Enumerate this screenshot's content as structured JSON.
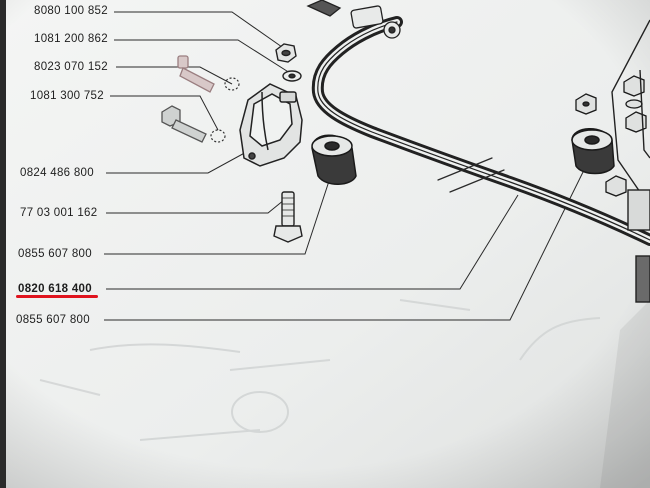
{
  "diagram": {
    "part_numbers": [
      {
        "id": "p1",
        "text": "8080 100 852"
      },
      {
        "id": "p2",
        "text": "1081 200 862"
      },
      {
        "id": "p3",
        "text": "8023 070 152"
      },
      {
        "id": "p4",
        "text": "1081 300 752"
      },
      {
        "id": "p5",
        "text": "0824 486 800"
      },
      {
        "id": "p6",
        "text": "77 03 001 162"
      },
      {
        "id": "p7",
        "text": "0855 607 800"
      },
      {
        "id": "p8",
        "text": "0820 618 400"
      },
      {
        "id": "p9",
        "text": "0855 607 800"
      }
    ],
    "highlighted_part": "0820 618 400",
    "highlight_color": "#e0141e",
    "ink_color": "#1e1e1e",
    "paper_color": "#f1f2f1"
  }
}
